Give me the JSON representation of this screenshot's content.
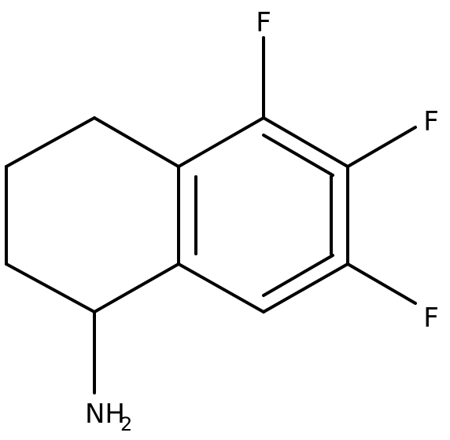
{
  "molecule": {
    "atoms": {
      "f_top": "F",
      "f_right_upper": "F",
      "f_right_lower": "F",
      "amine_n": "NH",
      "amine_sub": "2"
    },
    "colors": {
      "bond": "#000000",
      "label": "#000000",
      "background": "#ffffff"
    }
  }
}
